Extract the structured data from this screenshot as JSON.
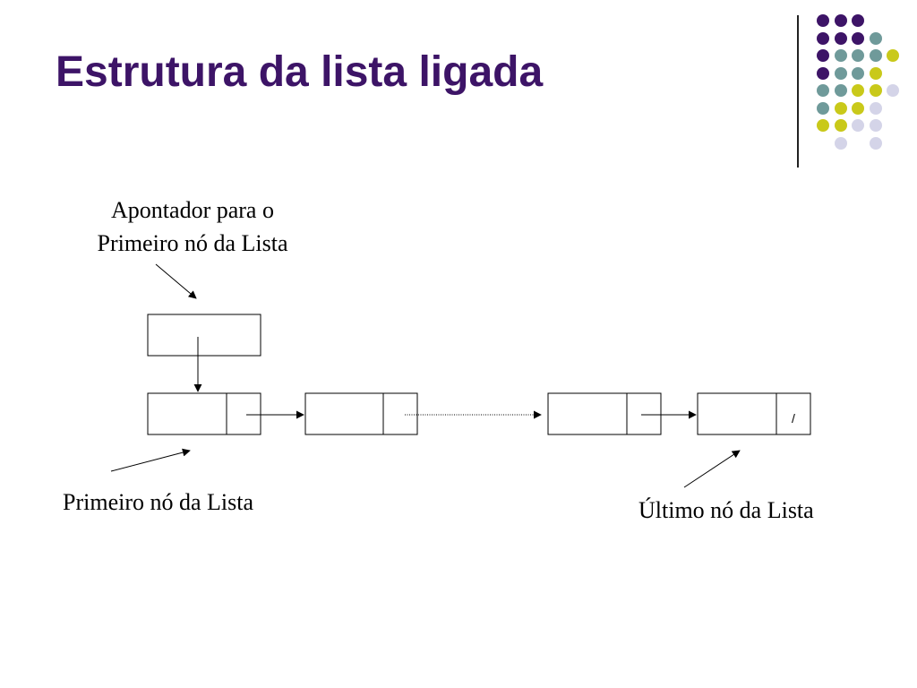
{
  "slide": {
    "title": "Estrutura da lista ligada",
    "title_color": "#3d1467"
  },
  "diagram": {
    "pointer_label": [
      "Apontador para o",
      "Primeiro nó da Lista"
    ],
    "first_node_label": "Primeiro nó da Lista",
    "last_node_label": "Último nó da Lista",
    "null_marker": "/",
    "nodes": [
      "node-1",
      "node-2",
      "node-3",
      "node-4"
    ]
  },
  "decor": {
    "dot_colors": {
      "purple": "#3d1467",
      "teal": "#6f9a9a",
      "yellow": "#c9c91a",
      "lavender": "#d4d4e8"
    },
    "grid": [
      [
        "purple",
        "purple",
        "purple",
        "",
        ""
      ],
      [
        "purple",
        "purple",
        "purple",
        "teal",
        ""
      ],
      [
        "purple",
        "teal",
        "teal",
        "teal",
        "yellow"
      ],
      [
        "purple",
        "teal",
        "teal",
        "yellow",
        ""
      ],
      [
        "teal",
        "teal",
        "yellow",
        "yellow",
        "lavender"
      ],
      [
        "teal",
        "yellow",
        "yellow",
        "lavender",
        ""
      ],
      [
        "yellow",
        "yellow",
        "lavender",
        "lavender",
        ""
      ],
      [
        "",
        "lavender",
        "",
        "lavender",
        ""
      ]
    ]
  }
}
